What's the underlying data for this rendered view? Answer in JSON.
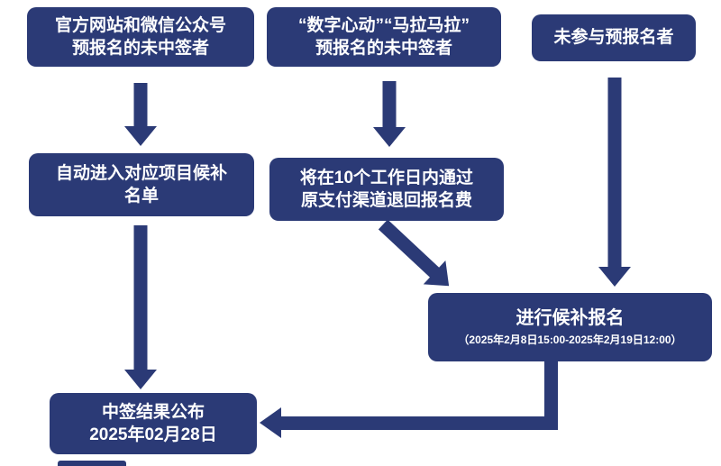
{
  "colors": {
    "navy": "#2b3a76",
    "background": "#ffffff",
    "text": "#ffffff"
  },
  "boxes": {
    "official": {
      "line1": "官方网站和微信公众号",
      "line2": "预报名的未中签者"
    },
    "apps": {
      "line1": "“数字心动”“马拉马拉”",
      "line2": "预报名的未中签者"
    },
    "no_prereg": {
      "line1": "未参与预报名者"
    },
    "waitlist_auto": {
      "line1": "自动进入对应项目候补",
      "line2": "名单"
    },
    "refund": {
      "line1": "将在10个工作日内通过",
      "line2": "原支付渠道退回报名费"
    },
    "waitlist_reg": {
      "title": "进行候补报名",
      "subtitle": "（2025年2月8日15:00-2025年2月19日12:00）"
    },
    "result": {
      "line1": "中签结果公布",
      "line2": "2025年02月28日"
    }
  }
}
